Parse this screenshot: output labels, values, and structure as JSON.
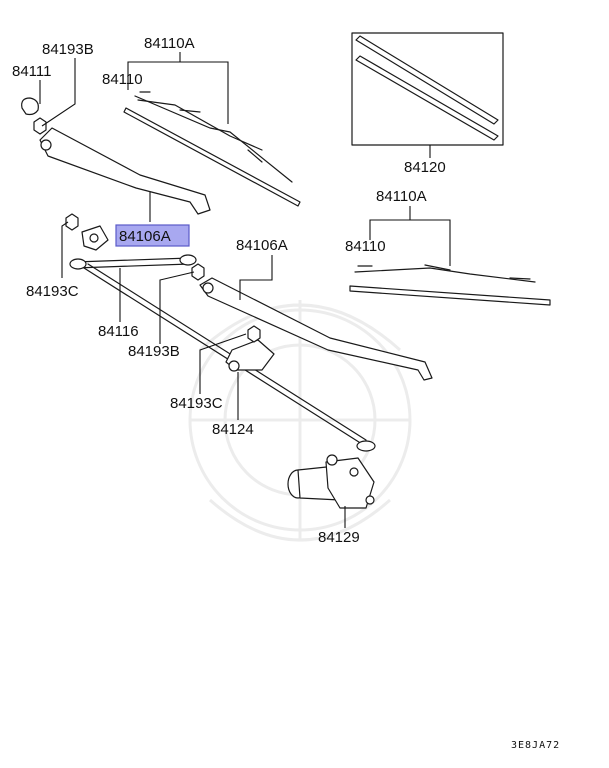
{
  "labels": {
    "p84193b_top": "84193B",
    "p84111": "84111",
    "p84110a_left": "84110A",
    "p84110_left": "84110",
    "p84120": "84120",
    "p84110a_right": "84110A",
    "p84110_right": "84110",
    "p84106a_left": "84106A",
    "p84106a_right": "84106A",
    "p84193c_left": "84193C",
    "p84116": "84116",
    "p84193b_mid": "84193B",
    "p84193c_mid": "84193C",
    "p84124": "84124",
    "p84129": "84129"
  },
  "diagram_code": "3E8JA72",
  "colors": {
    "highlight_fill": "#a8a8f0",
    "highlight_stroke": "#5a5ac8",
    "line": "#1a1a1a",
    "watermark": "#ececec"
  }
}
